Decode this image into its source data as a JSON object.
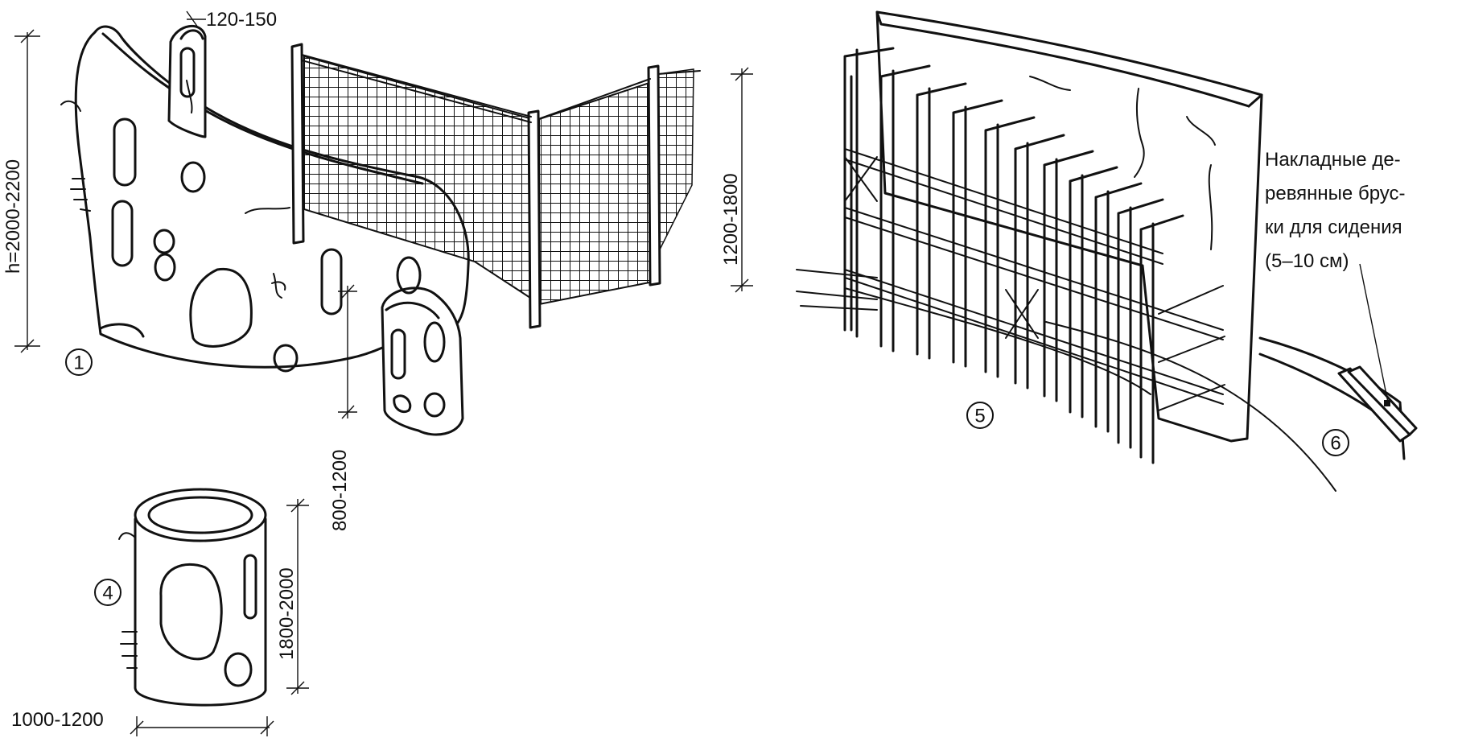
{
  "dimensions": {
    "height_total": "h=2000-2200",
    "wall_thickness": "120-150",
    "net_height": "1200-1800",
    "step_height": "800-1200",
    "tube_height": "1800-2000",
    "tube_diameter": "1000-1200"
  },
  "markers": {
    "m1": "1",
    "m4": "4",
    "m5": "5",
    "m6": "6"
  },
  "note": {
    "line1": "Накладные де-",
    "line2": "ревянные брус-",
    "line3": "ки для сидения",
    "line4": "(5–10 см)"
  },
  "colors": {
    "ink": "#111111",
    "paper": "#ffffff"
  }
}
